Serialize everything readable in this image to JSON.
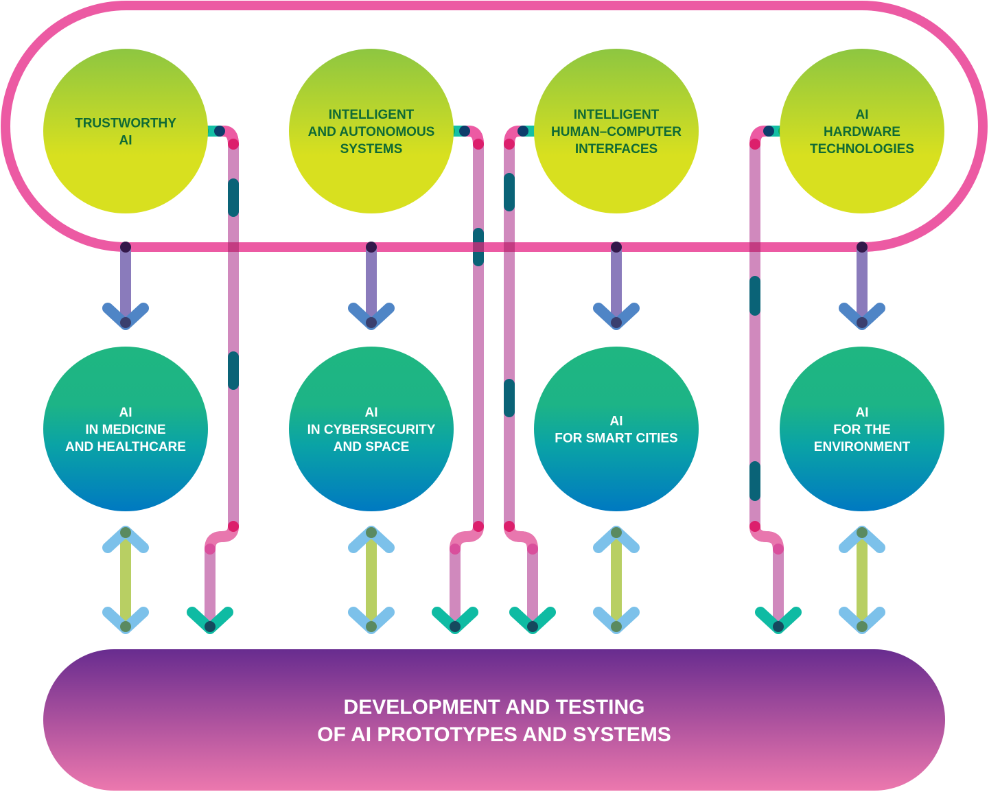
{
  "diagram": {
    "title": "AI research directions and development",
    "top_nodes": [
      {
        "id": "trustworthy-ai",
        "lines": [
          "TRUSTWORTHY",
          "AI"
        ]
      },
      {
        "id": "intelligent-autonomous-systems",
        "lines": [
          "INTELLIGENT",
          "AND AUTONOMOUS",
          "SYSTEMS"
        ]
      },
      {
        "id": "intelligent-hci",
        "lines": [
          "INTELLIGENT",
          "HUMAN–COMPUTER",
          "INTERFACES"
        ]
      },
      {
        "id": "ai-hardware",
        "lines": [
          "AI",
          "HARDWARE",
          "TECHNOLOGIES"
        ]
      }
    ],
    "middle_nodes": [
      {
        "id": "ai-medicine",
        "lines": [
          "AI",
          "IN MEDICINE",
          "AND HEALTHCARE"
        ]
      },
      {
        "id": "ai-cybersecurity",
        "lines": [
          "AI",
          "IN CYBERSECURITY",
          "AND SPACE"
        ]
      },
      {
        "id": "ai-smart-cities",
        "lines": [
          "AI",
          "FOR SMART CITIES"
        ]
      },
      {
        "id": "ai-environment",
        "lines": [
          "AI",
          "FOR THE",
          "ENVIRONMENT"
        ]
      }
    ],
    "bottom_node": {
      "id": "development-testing",
      "lines": [
        "DEVELOPMENT AND TESTING",
        "OF AI PROTOTYPES AND SYSTEMS"
      ]
    },
    "connections": {
      "top_to_middle": "one-way",
      "middle_to_bottom": "two-way",
      "top_to_bottom_direct": "one-way"
    },
    "colors": {
      "frame": "#ec5aa3",
      "top_circle_top": "#8dc641",
      "top_circle_bottom": "#d8e01f",
      "top_text": "#0f6a35",
      "mid_circle_top": "#1fb681",
      "mid_circle_bottom": "#0079c1",
      "bottom_pill_top": "#682c8f",
      "bottom_pill_bottom": "#ec78ae",
      "pipe": "#d089bd",
      "pipe_dash": "#0a6377",
      "pink_dot": "#dc1f6c",
      "teal_connector": "#14bfa5",
      "green_dot": "#09ae5b",
      "navy_dot": "#0d3d6b",
      "arrow_stem_down": "#8a7bbb",
      "arrow_head_down": "#4f85c6",
      "arrow_stem_bi": "#b8cf63",
      "arrow_head_bi": "#7cc1ea",
      "arrow_head_pipe": "#0fbba3"
    }
  }
}
